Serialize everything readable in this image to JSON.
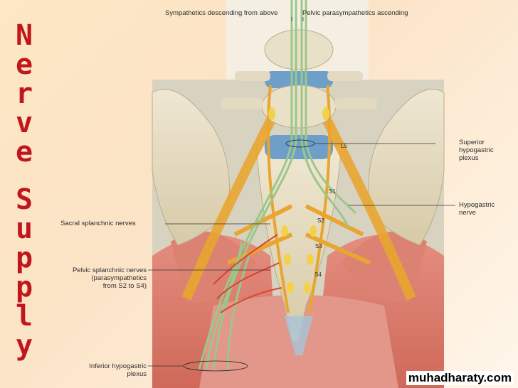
{
  "title_letters": [
    "N",
    "e",
    "r",
    "v",
    "e",
    "S",
    "u",
    "p",
    "p",
    "l",
    "y"
  ],
  "labels": {
    "sympathetics": "Sympathetics descending from above",
    "parasympathetics": "Pelvic parasympathetics ascending",
    "superior_plexus": [
      "Superior",
      "hypogastric",
      "plexus"
    ],
    "hypogastric_nerve": [
      "Hypogastric",
      "nerve"
    ],
    "sacral_splanchnic": "Sacral splanchnic nerves",
    "pelvic_splanchnic": [
      "Pelvic splanchnic nerves",
      "(parasympathetics",
      "from S2 to S4)"
    ],
    "inferior_plexus": [
      "Inferior hypogastric",
      "plexus"
    ],
    "vertebra_l5": "L5",
    "sacral_s1": "S1",
    "sacral_s2": "S2",
    "sacral_s3": "S3",
    "sacral_s4": "S4"
  },
  "watermark": "muhadharaty.com",
  "colors": {
    "title": "#c0171c",
    "bone": "#e6dcc3",
    "muscle": "#d9776a",
    "nerve_yellow": "#e8a530",
    "nerve_green": "#9bc78a",
    "disc_blue": "#6e9fc9"
  }
}
